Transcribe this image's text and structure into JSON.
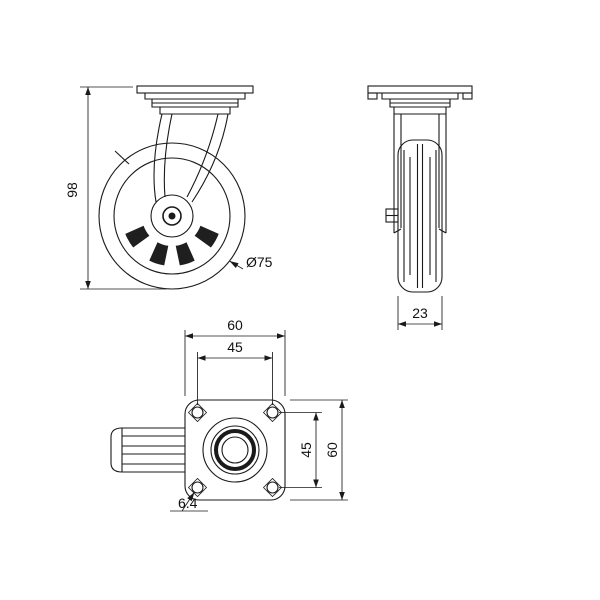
{
  "drawing": {
    "type": "caster-wheel-technical-drawing",
    "front_view": {
      "height": "98",
      "wheel_diameter": "Ø75"
    },
    "side_view": {
      "wheel_width": "23"
    },
    "top_view": {
      "plate_width": "60",
      "bolt_spacing_h": "45",
      "bolt_spacing_v": "45",
      "plate_height": "60",
      "bolt_hole": "6.4"
    },
    "colors": {
      "line": "#1a1a1a",
      "background": "#ffffff"
    }
  }
}
